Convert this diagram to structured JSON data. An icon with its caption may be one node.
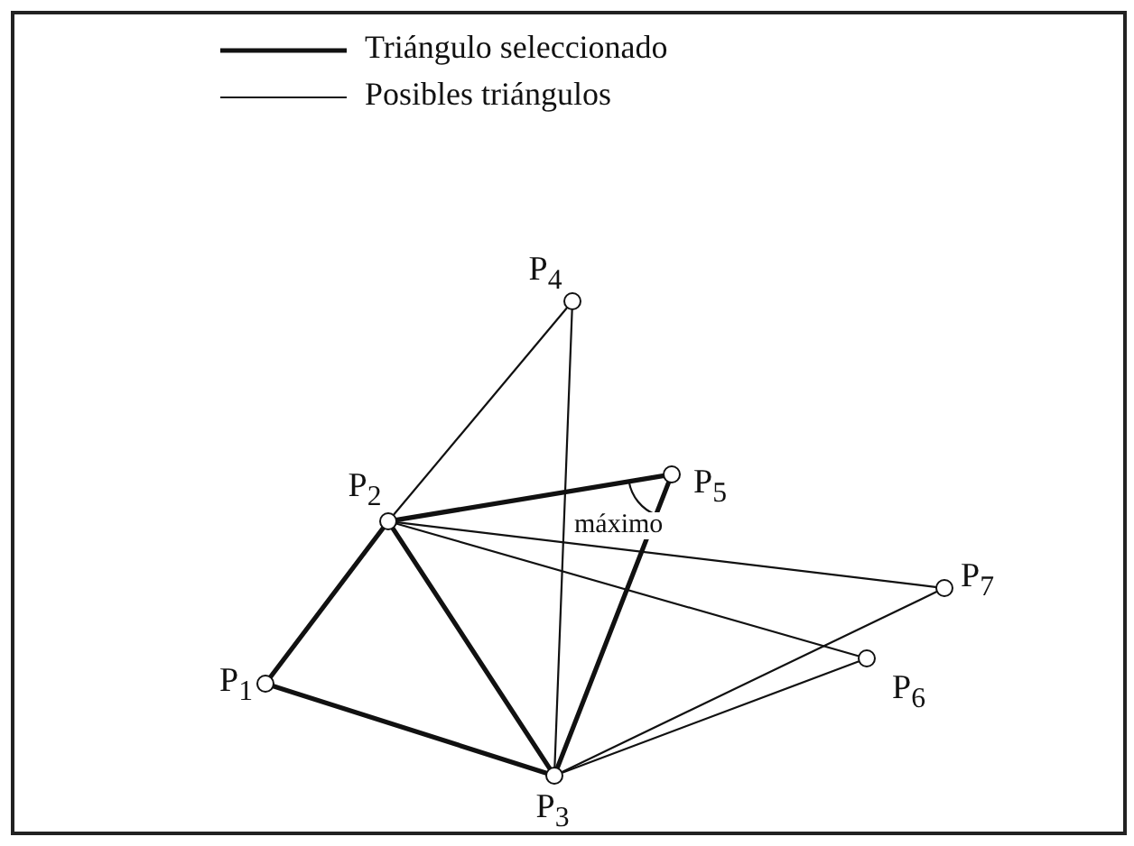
{
  "diagram": {
    "nodes": [
      {
        "text": [
          "P$_{1}$"
        ]
      },
      {
        "text": [
          "P$_{2}$"
        ]
      },
      {
        "text": [
          "P$_{3}$"
        ]
      },
      {
        "text": [
          "P$_{4}$"
        ]
      },
      {
        "text": [
          "P$_{5}$"
        ]
      },
      {
        "text": [
          "P$_{6}$"
        ]
      },
      {
        "text": [
          "P$_{7}$"
        ]
      }
    ],
    "edges": [
      {
        "from": 0,
        "to": 1,
        "arrow": "none",
        "style": "thick"
      },
      {
        "from": 0,
        "to": 2,
        "arrow": "none",
        "style": "thick"
      },
      {
        "from": 1,
        "to": 2,
        "arrow": "none",
        "style": "thick"
      },
      {
        "from": 1,
        "to": 4,
        "arrow": "none",
        "style": "thick"
      },
      {
        "from": 4,
        "to": 2,
        "arrow": "none",
        "style": "thick"
      },
      {
        "from": 1,
        "to": 3,
        "arrow": "none"
      },
      {
        "from": 3,
        "to": 2,
        "arrow": "none"
      },
      {
        "from": 1,
        "to": 6,
        "arrow": "none"
      },
      {
        "from": 6,
        "to": 2,
        "arrow": "none"
      },
      {
        "from": 1,
        "to": 5,
        "arrow": "none"
      },
      {
        "from": 5,
        "to": 2,
        "arrow": "none"
      }
    ],
    "labels": [
      "máximo"
    ],
    "legend": [
      {
        "text": "Triángulo seleccionado"
      },
      {
        "text": "Posibles triángulos"
      }
    ]
  }
}
